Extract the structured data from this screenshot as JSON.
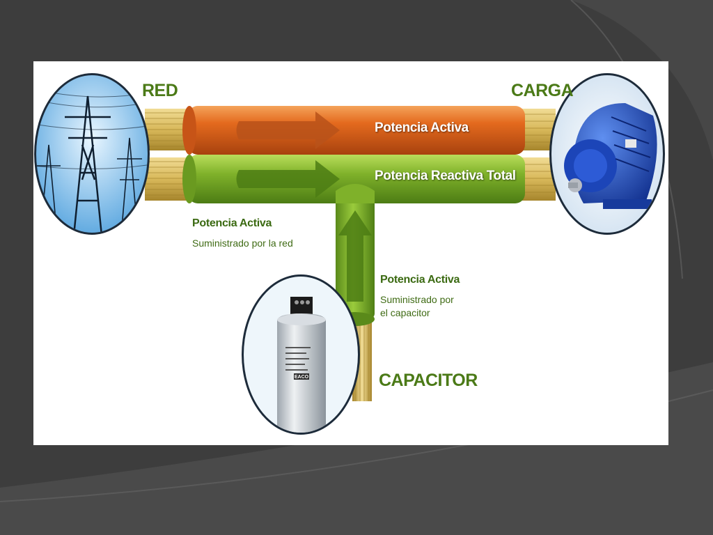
{
  "labels": {
    "red": "RED",
    "carga": "CARGA",
    "capacitor": "CAPACITOR"
  },
  "pipes": {
    "active": "Potencia Activa",
    "reactive": "Potencia Reactiva Total"
  },
  "notes": {
    "grid_title": "Potencia Activa",
    "grid_text": "Suministrado por la red",
    "cap_title": "Potencia Activa",
    "cap_text_line1": "Suministrado por",
    "cap_text_line2": "el capacitor"
  },
  "images": {
    "grid": "transmission-tower-image",
    "motor": "electric-motor-image",
    "capacitor": "capacitor-image"
  },
  "capacitor_brand": "EACO",
  "colors": {
    "active_pipe": "#e2661a",
    "reactive_pipe": "#7fb12a",
    "label_green": "#4b7a17",
    "wire_gold": "#d8b85a",
    "background": "#3d3d3d"
  }
}
